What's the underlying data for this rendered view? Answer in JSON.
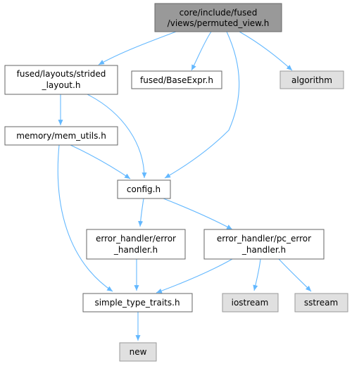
{
  "colors": {
    "edge": "#63b8ff",
    "node_border": "#666666",
    "node_fill": "#ffffff",
    "root_fill": "#999999",
    "external_fill": "#e0e0e0",
    "text": "#000000"
  },
  "nodes": {
    "root": {
      "lines": [
        "core/include/fused",
        "/views/permuted_view.h"
      ]
    },
    "strided_layout": {
      "lines": [
        "fused/layouts/strided",
        "_layout.h"
      ]
    },
    "base_expr": {
      "lines": [
        "fused/BaseExpr.h"
      ]
    },
    "algorithm": {
      "lines": [
        "algorithm"
      ]
    },
    "mem_utils": {
      "lines": [
        "memory/mem_utils.h"
      ]
    },
    "config": {
      "lines": [
        "config.h"
      ]
    },
    "error_handler": {
      "lines": [
        "error_handler/error",
        "_handler.h"
      ]
    },
    "pc_error_handler": {
      "lines": [
        "error_handler/pc_error",
        "_handler.h"
      ]
    },
    "simple_type_traits": {
      "lines": [
        "simple_type_traits.h"
      ]
    },
    "iostream": {
      "lines": [
        "iostream"
      ]
    },
    "sstream": {
      "lines": [
        "sstream"
      ]
    },
    "new": {
      "lines": [
        "new"
      ]
    }
  }
}
